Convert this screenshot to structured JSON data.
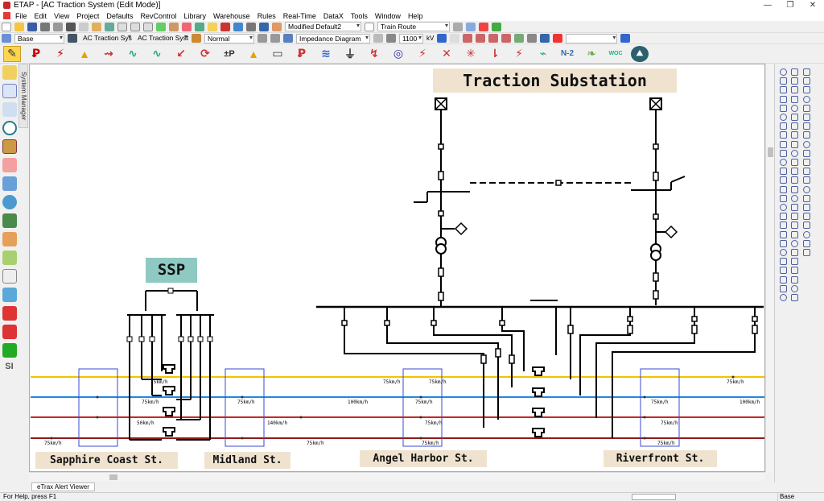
{
  "window": {
    "title": "ETAP - [AC Traction System (Edit Mode)]",
    "controls": [
      "—",
      "❐",
      "✕"
    ]
  },
  "menu": [
    "File",
    "Edit",
    "View",
    "Project",
    "Defaults",
    "RevControl",
    "Library",
    "Warehouse",
    "Rules",
    "Real-Time",
    "DataX",
    "Tools",
    "Window",
    "Help"
  ],
  "toolbar1": {
    "config_combo": "Modified Default2",
    "route_combo": "Train Route"
  },
  "toolbar2": {
    "base_combo": "Base",
    "system_combo": "AC Traction System",
    "system_combo2": "AC Traction System",
    "mode_combo": "Normal",
    "diagram_combo": "Impedance Diagram",
    "voltage_value": "1100",
    "voltage_unit": "kV"
  },
  "toolbar3": {
    "n2_label": "N-2",
    "woc_label": "WOC",
    "pq_label": "±P"
  },
  "side": {
    "system_manager": "System Manager",
    "si_label": "SI"
  },
  "diagram": {
    "title": "Traction Substation",
    "ssp_label": "SSP",
    "stations": [
      "Sapphire Coast St.",
      "Midland St.",
      "Angel Harbor St.",
      "Riverfront St."
    ],
    "track_colors": {
      "yellow": "#f2c200",
      "blue": "#1e88e5",
      "red": "#c62828",
      "darkred": "#8e1b1b"
    },
    "speed_labels": {
      "s1": "75km/h",
      "s2": "75km/h",
      "s3": "50km/h",
      "s4": "75km/h",
      "s5": "75km/h",
      "s6": "140km/h",
      "s7": "75km/h",
      "s8": "100km/h",
      "s9": "75km/h",
      "s10": "75km/h",
      "s11": "75km/h",
      "s12": "75km/h",
      "s13": "75km/h",
      "s14": "75km/h",
      "s15": "75km/h",
      "s16": "75km/h",
      "s17": "75km/h",
      "s18": "100km/h"
    }
  },
  "tabs": {
    "alert_viewer": "eTrax Alert Viewer"
  },
  "status": {
    "help": "For Help, press F1",
    "mode": "Base"
  }
}
